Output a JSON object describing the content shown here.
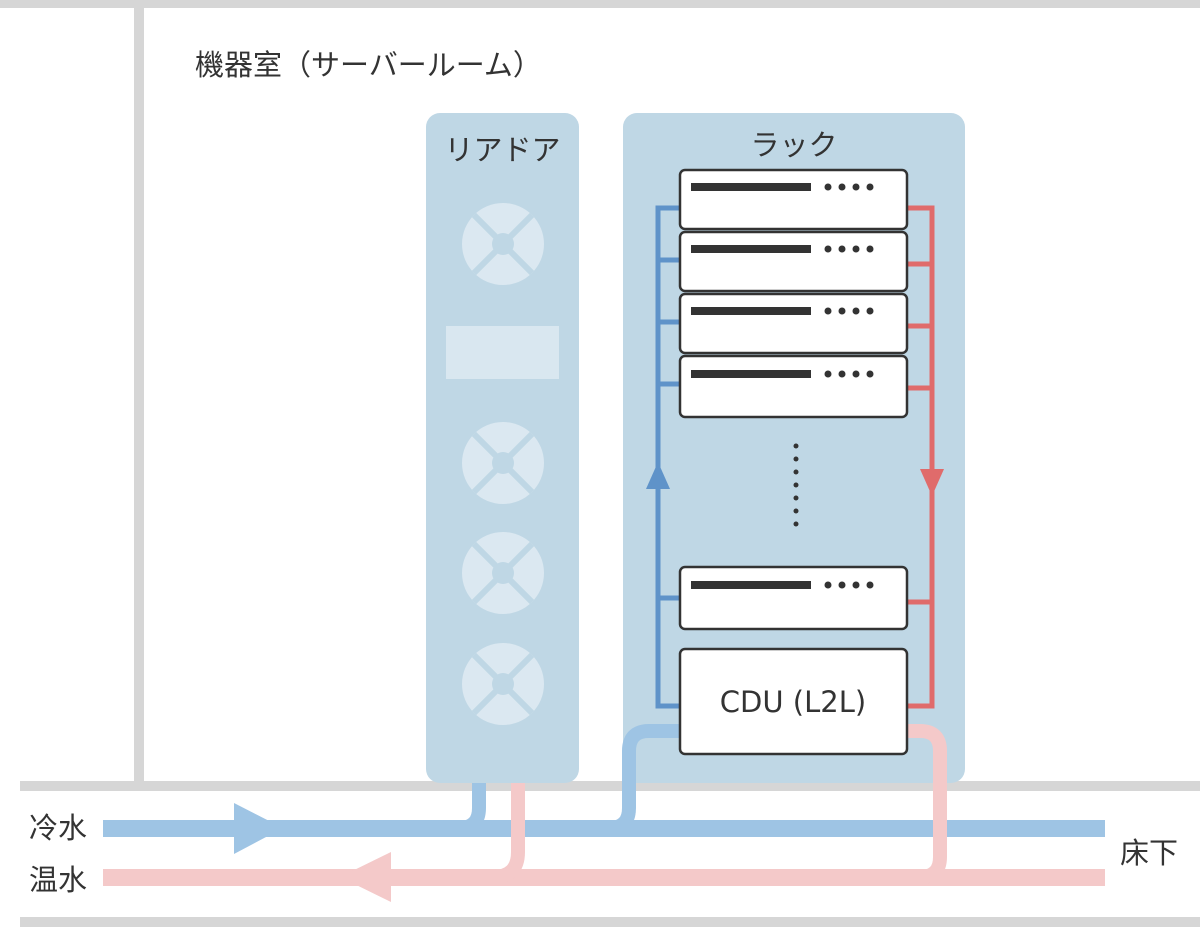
{
  "labels": {
    "room": "機器室（サーバールーム）",
    "rear_door": "リアドア",
    "rack": "ラック",
    "cdu": "CDU (L2L)",
    "cold_water": "冷水",
    "warm_water": "温水",
    "under_floor": "床下"
  },
  "colors": {
    "wall": "#d6d6d6",
    "panel": "#bfd7e5",
    "panel_light": "#d9e7f0",
    "fan_light": "#dbe8f1",
    "cold_main": "#9ec4e4",
    "cold_rack": "#5f93c9",
    "hot_main": "#f4c9c9",
    "hot_rack": "#e06b6b",
    "server_fill": "#ffffff",
    "server_stroke": "#333333",
    "server_bar": "#333333"
  },
  "icons": {
    "fan": "fan-icon",
    "flow_arrow": "arrow-icon",
    "ellipsis": "vertical-ellipsis-icon"
  },
  "rack": {
    "server_count_shown": 5
  }
}
